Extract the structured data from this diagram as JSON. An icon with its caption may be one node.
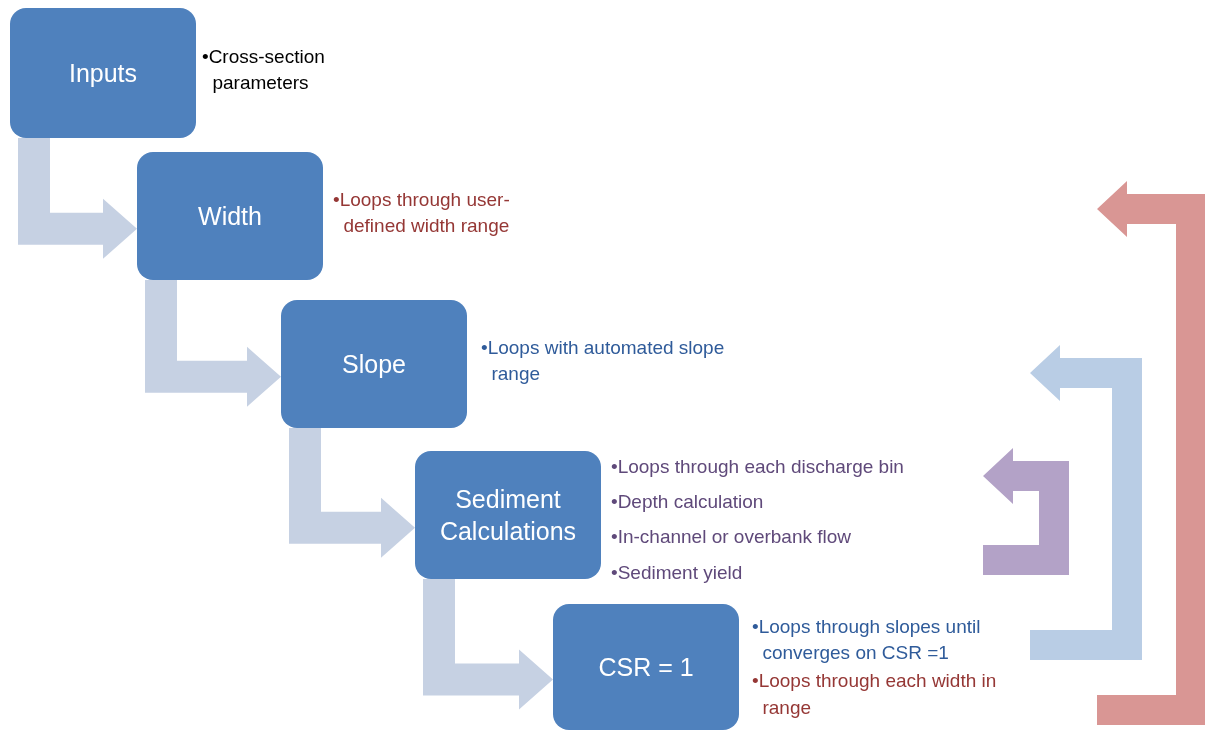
{
  "diagram": {
    "nodes": [
      {
        "text": [
          "Inputs"
        ],
        "beside": [
          "•Cross-section parameters"
        ]
      },
      {
        "text": [
          "Width"
        ],
        "beside": [
          "•Loops through user-defined width range"
        ]
      },
      {
        "text": [
          "Slope"
        ],
        "beside": [
          "•Loops with automated slope range"
        ]
      },
      {
        "text": [
          "Sediment Calculations"
        ],
        "beside": [
          "•Loops through each discharge bin",
          "•Depth calculation",
          "•In-channel or overbank flow",
          "•Sediment yield"
        ]
      },
      {
        "text": [
          "CSR = 1"
        ],
        "beside": [
          "•Loops through slopes until converges on CSR =1",
          "•Loops through each width in range"
        ]
      }
    ],
    "edges": [
      {
        "from": 0,
        "to": 1,
        "arrow": "to",
        "style": "thick"
      },
      {
        "from": 1,
        "to": 2,
        "arrow": "to",
        "style": "thick"
      },
      {
        "from": 2,
        "to": 3,
        "arrow": "to",
        "style": "thick"
      },
      {
        "from": 3,
        "to": 4,
        "arrow": "to",
        "style": "thick"
      }
    ]
  }
}
